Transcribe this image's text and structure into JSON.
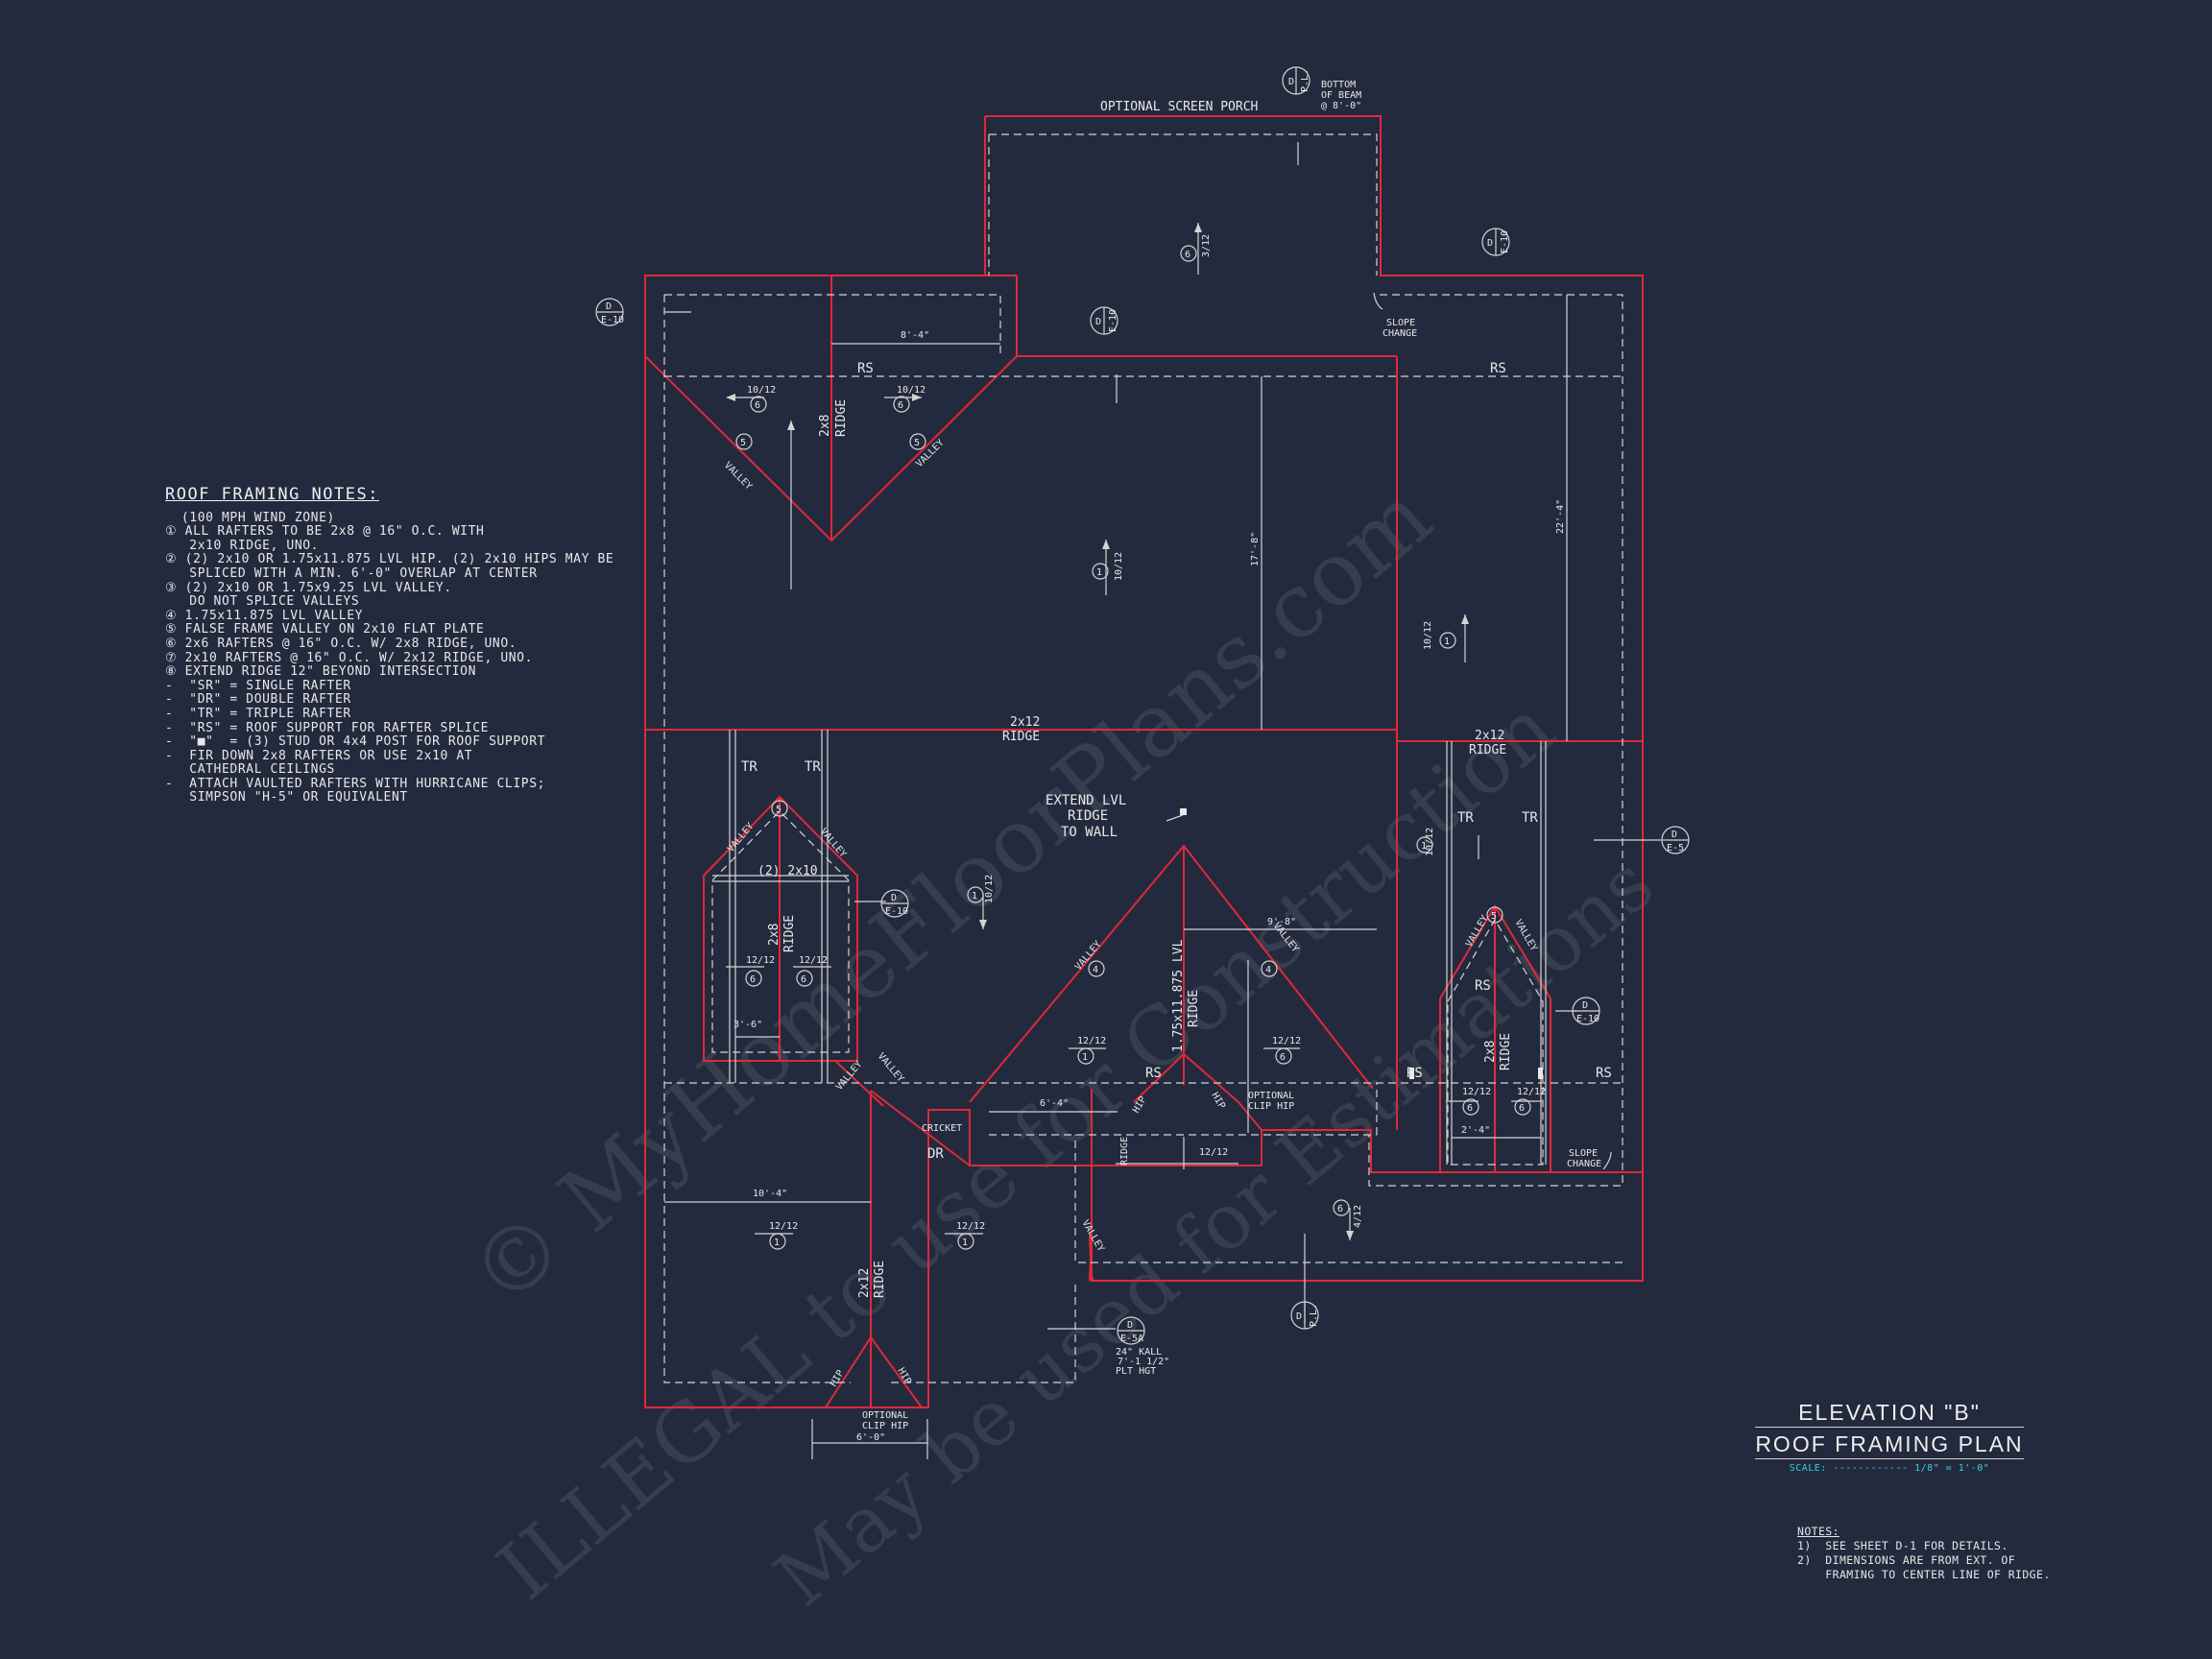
{
  "roof_notes": {
    "title": "ROOF FRAMING NOTES:",
    "lines": [
      "  (100 MPH WIND ZONE)",
      "① ALL RAFTERS TO BE 2x8 @ 16\" O.C. WITH",
      "   2x10 RIDGE, UNO.",
      "② (2) 2x10 OR 1.75x11.875 LVL HIP. (2) 2x10 HIPS MAY BE",
      "   SPLICED WITH A MIN. 6'-0\" OVERLAP AT CENTER",
      "③ (2) 2x10 OR 1.75x9.25 LVL VALLEY.",
      "   DO NOT SPLICE VALLEYS",
      "④ 1.75x11.875 LVL VALLEY",
      "⑤ FALSE FRAME VALLEY ON 2x10 FLAT PLATE",
      "⑥ 2x6 RAFTERS @ 16\" O.C. W/ 2x8 RIDGE, UNO.",
      "⑦ 2x10 RAFTERS @ 16\" O.C. W/ 2x12 RIDGE, UNO.",
      "⑧ EXTEND RIDGE 12\" BEYOND INTERSECTION",
      "-  \"SR\" = SINGLE RAFTER",
      "-  \"DR\" = DOUBLE RAFTER",
      "-  \"TR\" = TRIPLE RAFTER",
      "-  \"RS\" = ROOF SUPPORT FOR RAFTER SPLICE",
      "-  \"■\"  = (3) STUD OR 4x4 POST FOR ROOF SUPPORT",
      "-  FIR DOWN 2x8 RAFTERS OR USE 2x10 AT",
      "   CATHEDRAL CEILINGS",
      "-  ATTACH VAULTED RAFTERS WITH HURRICANE CLIPS;",
      "   SIMPSON \"H-5\" OR EQUIVALENT"
    ]
  },
  "title_block": {
    "line1": "ELEVATION \"B\"",
    "line2": "ROOF FRAMING PLAN",
    "scale": "SCALE: ------------ 1/8\" = 1'-0\""
  },
  "bottom_notes": {
    "title": "NOTES:",
    "lines": [
      "1)  SEE SHEET D-1 FOR DETAILS.",
      "2)  DIMENSIONS ARE FROM EXT. OF",
      "    FRAMING TO CENTER LINE OF RIDGE."
    ]
  },
  "plan_labels": {
    "screen_porch": "OPTIONAL SCREEN PORCH",
    "bottom_of_beam": [
      "BOTTOM",
      "OF BEAM",
      "@ 8'-0\""
    ],
    "slope_change": [
      "SLOPE",
      "CHANGE"
    ],
    "extend_lvl": [
      "EXTEND LVL",
      "RIDGE",
      "TO WALL"
    ],
    "optional_clip_hip": [
      "OPTIONAL",
      "CLIP HIP"
    ],
    "cricket": "CRICKET",
    "wall_note": [
      "24\" KALL",
      "7'-1 1/2\"",
      "PLT HGT"
    ],
    "rs": "RS",
    "tr": "TR",
    "dr": "DR",
    "ridge": "RIDGE",
    "valley": "VALLEY",
    "hip": "HIP",
    "two_x_twelve": "2x12",
    "two_x_eight": "2x8",
    "two_2x10": "(2) 2x10",
    "lvl_ridge": "1.75x11.875 LVL",
    "dims": {
      "d1": "8'-4\"",
      "d2": "17'-8\"",
      "d3": "22'-4\"",
      "d4": "9'-8\"",
      "d5": "6'-4\"",
      "d6": "10'-4\"",
      "d7": "6'-0\"",
      "d8": "2'-4\"",
      "d9": "3'-6\""
    },
    "pitch": {
      "p1": "10/12",
      "p2": "12/12",
      "p3": "3/12",
      "p4": "4/12"
    },
    "callout_d": "D",
    "callout_refs": {
      "e10": "E-10",
      "e5": "E-5",
      "e5a": "E-5A",
      "pl": "P.L."
    }
  },
  "watermarks": [
    "© MyHomeFloorPlans.com",
    "ILLEGAL to use for Construction",
    "May be used for Estimations"
  ],
  "colors": {
    "background": "#232a3d",
    "wall": "#e0283a",
    "line": "#d9d9d9",
    "scale": "#35d0e0"
  }
}
